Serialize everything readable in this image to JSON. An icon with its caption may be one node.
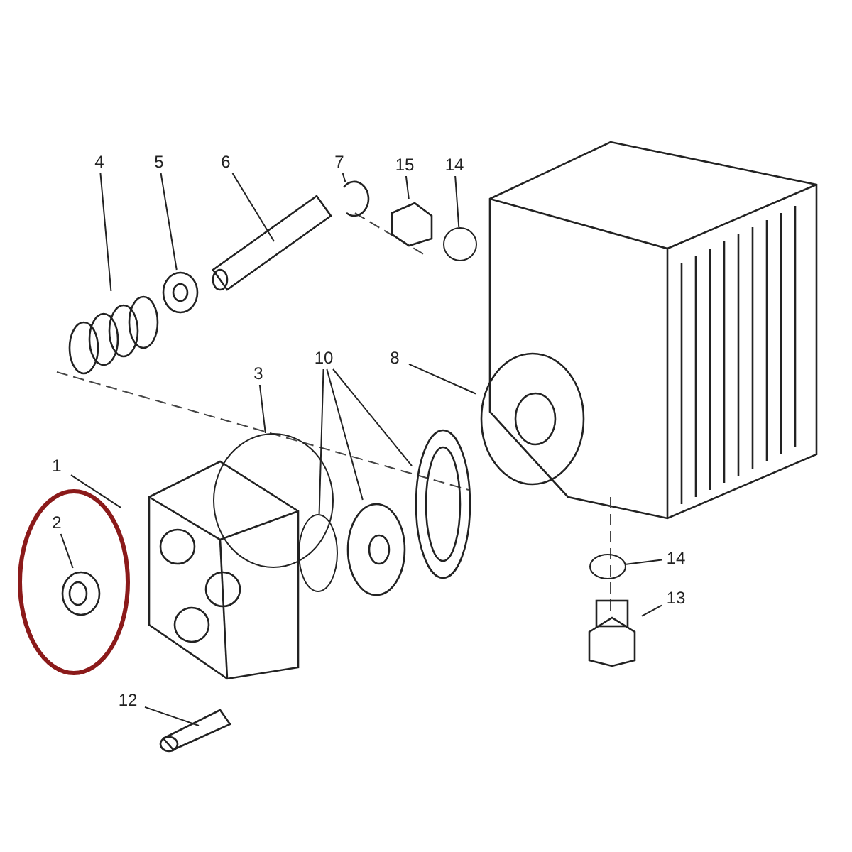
{
  "diagram": {
    "nodes": [
      {
        "text": [
          "1"
        ]
      },
      {
        "text": [],
        "shape": "picture"
      },
      {
        "text": [
          "2"
        ]
      },
      {
        "text": [],
        "shape": "picture"
      },
      {
        "text": [
          "3"
        ]
      },
      {
        "text": [],
        "shape": "circle"
      },
      {
        "text": [
          "4"
        ]
      },
      {
        "text": [],
        "shape": "picture"
      },
      {
        "text": [
          "5"
        ]
      },
      {
        "text": [],
        "shape": "picture"
      },
      {
        "text": [
          "6"
        ]
      },
      {
        "text": [],
        "shape": "picture"
      },
      {
        "text": [
          "7"
        ]
      },
      {
        "text": [],
        "shape": "picture"
      },
      {
        "text": [
          "8"
        ]
      },
      {
        "text": [],
        "shape": "picture"
      },
      {
        "text": [
          "10"
        ]
      },
      {
        "text": [],
        "shape": "circle"
      },
      {
        "text": [],
        "shape": "picture"
      },
      {
        "text": [],
        "shape": "picture"
      },
      {
        "text": [
          "12"
        ]
      },
      {
        "text": [],
        "shape": "picture"
      },
      {
        "text": [
          "13"
        ]
      },
      {
        "text": [],
        "shape": "picture"
      },
      {
        "text": [
          "14"
        ]
      },
      {
        "text": [],
        "shape": "circle"
      },
      {
        "text": [
          "14"
        ]
      },
      {
        "text": [],
        "shape": "circle"
      },
      {
        "text": [
          "15"
        ]
      },
      {
        "text": [],
        "shape": "picture"
      }
    ],
    "edges": [
      {
        "from": 0,
        "to": 1,
        "arrow": "none"
      },
      {
        "from": 2,
        "to": 3,
        "arrow": "none"
      },
      {
        "from": 4,
        "to": 5,
        "arrow": "none"
      },
      {
        "from": 6,
        "to": 7,
        "arrow": "none"
      },
      {
        "from": 8,
        "to": 9,
        "arrow": "none"
      },
      {
        "from": 10,
        "to": 11,
        "arrow": "none"
      },
      {
        "from": 12,
        "to": 13,
        "arrow": "none"
      },
      {
        "from": 14,
        "to": 15,
        "arrow": "none"
      },
      {
        "from": 16,
        "to": 17,
        "arrow": "none"
      },
      {
        "from": 16,
        "to": 18,
        "arrow": "none"
      },
      {
        "from": 16,
        "to": 19,
        "arrow": "none"
      },
      {
        "from": 20,
        "to": 21,
        "arrow": "none"
      },
      {
        "from": 22,
        "to": 23,
        "arrow": "none"
      },
      {
        "from": 24,
        "to": 25,
        "arrow": "none"
      },
      {
        "from": 26,
        "to": 27,
        "arrow": "none"
      },
      {
        "from": 28,
        "to": 29,
        "arrow": "none"
      }
    ]
  }
}
